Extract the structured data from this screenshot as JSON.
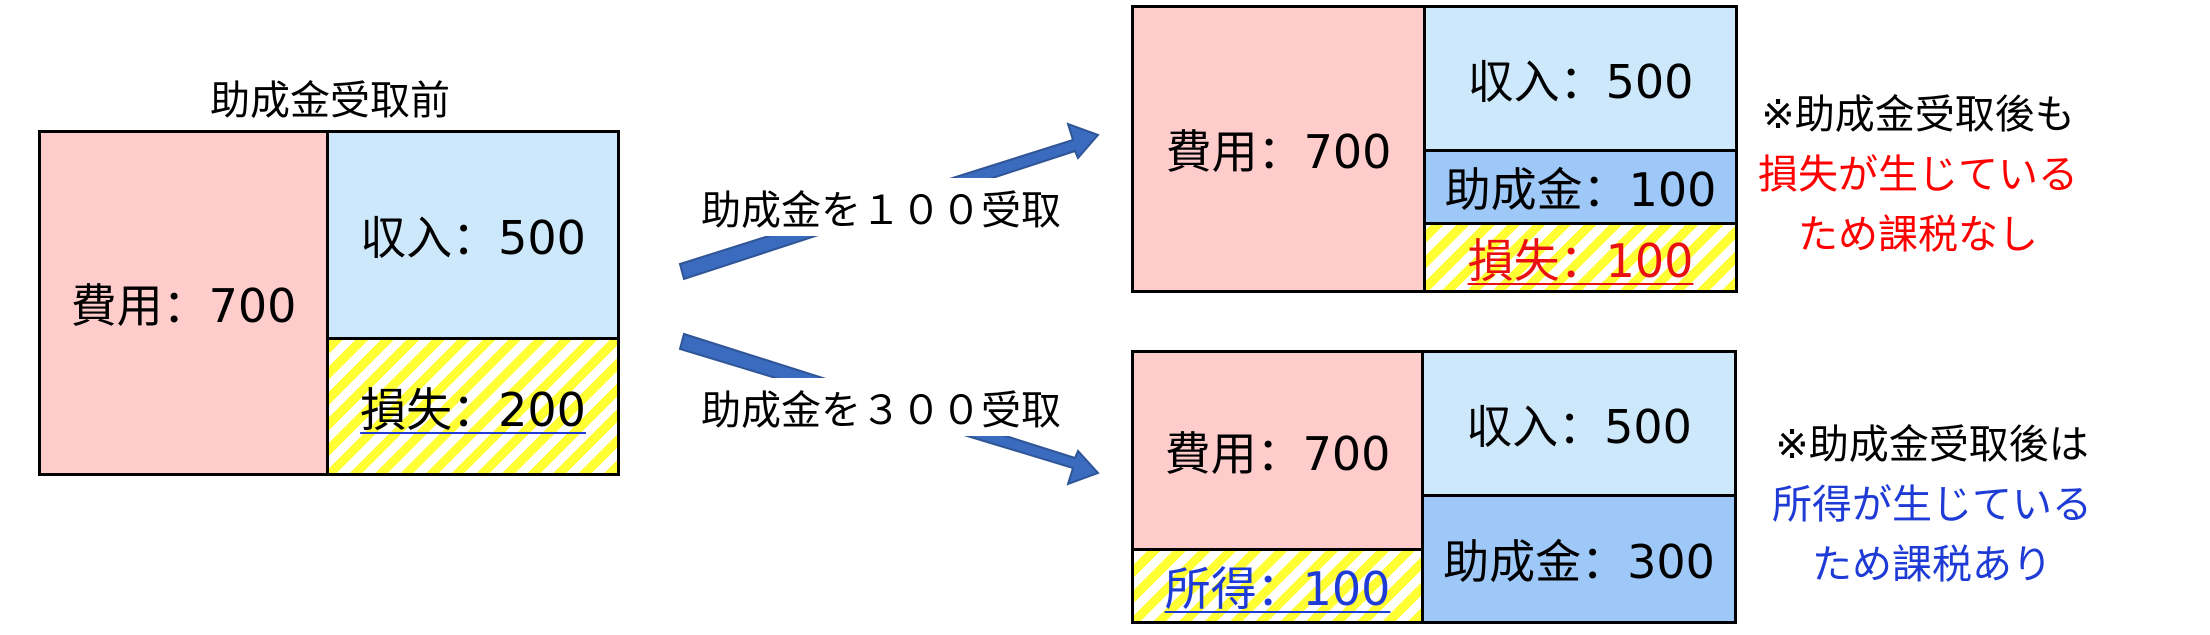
{
  "before": {
    "title": "助成金受取前",
    "expense": "費用：700",
    "income": "収入：500",
    "loss": "損失：200"
  },
  "arrows": {
    "top_label": "助成金を１００受取",
    "bottom_label": "助成金を３００受取"
  },
  "case_100": {
    "expense": "費用：700",
    "income": "収入：500",
    "grant": "助成金：100",
    "loss": "損失：100",
    "note_line1": "※助成金受取後も",
    "note_line2": "損失が生じている",
    "note_line3": "ため課税なし"
  },
  "case_300": {
    "expense": "費用：700",
    "profit": "所得：100",
    "income": "収入：500",
    "grant": "助成金：300",
    "note_line1": "※助成金受取後は",
    "note_line2": "所得が生じている",
    "note_line3": "ため課税あり"
  },
  "colors": {
    "expense_fill": "#ffcccc",
    "income_fill": "#cce8fa",
    "grant_fill": "#9ec8f7",
    "hatch_yellow": "#ffff33",
    "arrow_blue": "#3a6bbf",
    "loss_red": "#ff0000",
    "loss_underline_text_red": "#e81010",
    "profit_blue": "#1f3bd6",
    "before_loss_underline_blue": "#1f3bd6"
  }
}
